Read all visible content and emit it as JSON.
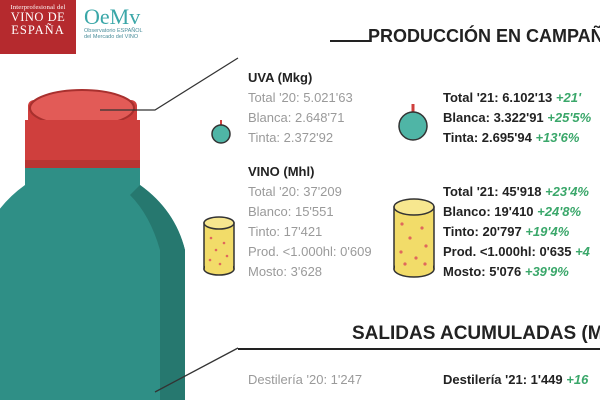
{
  "logos": {
    "interprofesional": {
      "line1": "Interprofesional del",
      "line2": "VINO DE",
      "line3": "ESPAÑA"
    },
    "oemv": {
      "mark": "OeMv",
      "line1": "Observatorio ESPAÑOL",
      "line2": "del Mercado del VINO"
    }
  },
  "headings": {
    "production": "PRODUCCIÓN EN CAMPAÑA",
    "exits": "SALIDAS ACUMULADAS (M"
  },
  "uva": {
    "title": "UVA (Mkg)",
    "prev": [
      "Total '20: 5.021'63",
      "Blanca: 2.648'71",
      "Tinta: 2.372'92"
    ],
    "curr": [
      {
        "label": "Total '21: 6.102'13",
        "pct": "+21'"
      },
      {
        "label": "Blanca: 3.322'91",
        "pct": "+25'5%"
      },
      {
        "label": "Tinta: 2.695'94",
        "pct": "+13'6%"
      }
    ]
  },
  "vino": {
    "title": "VINO (Mhl)",
    "prev": [
      "Total '20: 37'209",
      "Blanco: 15'551",
      "Tinto: 17'421",
      "Prod. <1.000hl: 0'609",
      "Mosto: 3'628"
    ],
    "curr": [
      {
        "label": "Total '21: 45'918",
        "pct": "+23'4%"
      },
      {
        "label": "Blanco: 19'410",
        "pct": "+24'8%"
      },
      {
        "label": "Tinto: 20'797",
        "pct": "+19'4%"
      },
      {
        "label": "Prod. <1.000hl: 0'635",
        "pct": "+4"
      },
      {
        "label": "Mosto: 5'076",
        "pct": "+39'9%"
      }
    ]
  },
  "salidas": {
    "prev": "Destilería '20: 1'247",
    "curr": {
      "label": "Destilería '21: 1'449",
      "pct": "+16"
    }
  },
  "colors": {
    "bottle": "#2f8f86",
    "bottle_shadow": "#26786f",
    "capsule": "#cf3f3d",
    "capsule_top": "#e25b57",
    "grape": "#4fb5a6",
    "cork": "#f2dc69",
    "cork_dots": "#e0685c",
    "logo_red": "#b52a2e",
    "pct_green": "#3aa76a"
  },
  "icons": [
    "grape-icon",
    "cork-icon",
    "bottle-illustration"
  ]
}
